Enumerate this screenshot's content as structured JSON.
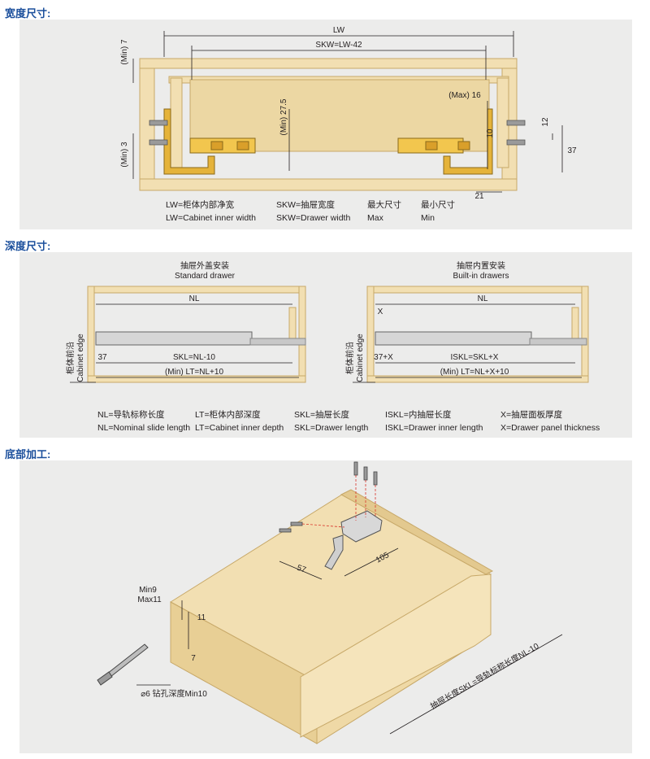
{
  "sections": [
    {
      "title": "宽度尺寸:"
    },
    {
      "title": "深度尺寸:"
    },
    {
      "title": "底部加工:"
    }
  ],
  "width_panel": {
    "labels": {
      "lw": "LW",
      "skw": "SKW=LW-42",
      "min7": "(Min) 7",
      "max16": "(Max) 16",
      "min27": "(Min) 27.5",
      "min3": "(Min) 3",
      "d10": "10",
      "d12": "12",
      "d37": "37",
      "d21": "21"
    },
    "legend": [
      {
        "cn": "LW=柜体内部净宽",
        "en": "LW=Cabinet inner width"
      },
      {
        "cn": "SKW=抽屉宽度",
        "en": "SKW=Drawer width"
      },
      {
        "cn": "最大尺寸",
        "en": "Max"
      },
      {
        "cn": "最小尺寸",
        "en": "Min"
      }
    ]
  },
  "depth_panel": {
    "standard": {
      "title_cn": "抽屉外盖安装",
      "title_en": "Standard drawer",
      "nl": "NL",
      "skl": "SKL=NL-10",
      "lt": "(Min) LT=NL+10",
      "d37": "37",
      "edge_cn": "柜体前沿",
      "edge_en": "Cabinet edge"
    },
    "builtin": {
      "title_cn": "抽屉内置安装",
      "title_en": "Built-in drawers",
      "nl": "NL",
      "x": "X",
      "iskl": "ISKL=SKL+X",
      "lt": "(Min) LT=NL+X+10",
      "d37x": "37+X",
      "edge_cn": "柜体前沿",
      "edge_en": "Cabinet edge"
    },
    "legend": [
      {
        "cn": "NL=导轨标称长度",
        "en": "NL=Nominal slide length"
      },
      {
        "cn": "LT=柜体内部深度",
        "en": "LT=Cabinet inner depth"
      },
      {
        "cn": "SKL=抽屉长度",
        "en": "SKL=Drawer length"
      },
      {
        "cn": "ISKL=内抽屉长度",
        "en": "ISKL=Drawer inner length"
      },
      {
        "cn": "X=抽屉面板厚度",
        "en": "X=Drawer panel thickness"
      }
    ]
  },
  "bottom_panel": {
    "labels": {
      "min9": "Min9",
      "max11": "Max11",
      "d11": "11",
      "d7": "7",
      "d57": "57",
      "d105": "105",
      "drill": "⌀6 钻孔深度Min10",
      "length": "抽屉长度SKL=导轨标称长度NL-10"
    }
  },
  "colors": {
    "title": "#1b4f9c",
    "panel_bg": "#ececeb",
    "wood": "#f2dfb2",
    "wood_dark": "#e3c98f",
    "wood_edge": "#c7a868",
    "brass": "#e5b33a",
    "slide": "#c8c8c8",
    "dim_line": "#231f20",
    "dash_red": "#d9342b"
  }
}
